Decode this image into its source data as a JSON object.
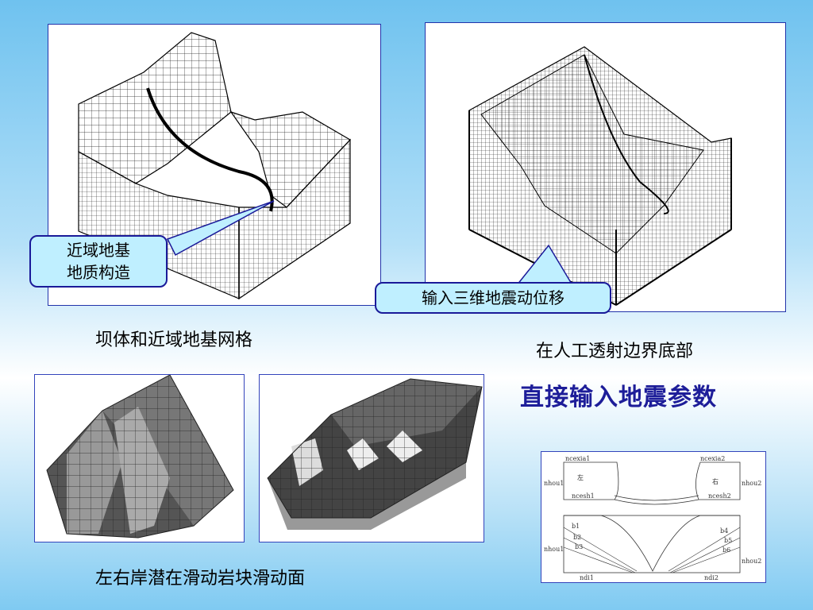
{
  "callouts": {
    "geology": [
      "近域地基",
      "地质构造"
    ],
    "seismic_input": "输入三维地震动位移"
  },
  "captions": {
    "dam_mesh": "坝体和近域地基网格",
    "boundary_line1": "在人工透射边界底部",
    "headline": "直接输入地震参数",
    "sliding": "左右岸潜在滑动岩块滑动面"
  },
  "section_labels": {
    "top_left_top": "ncexia1",
    "top_right_top": "ncexia2",
    "top_left_side": "nhou1",
    "top_right_side": "nhou2",
    "top_left_bottom": "ncesh1",
    "top_right_bottom": "ncesh2",
    "top_left_mid": "左",
    "top_right_mid": "右",
    "b1": "b1",
    "b2": "b2",
    "b3": "b3",
    "b4": "b4",
    "b5": "b5",
    "b6": "b6",
    "bottom_left_side": "nhou1",
    "bottom_right_side": "nhou2",
    "bottom_left_base": "ndi1",
    "bottom_right_base": "ndi2"
  },
  "colors": {
    "accent_text": "#1d1d99",
    "callout_fill": "#bfefff",
    "panel_border": "#2233aa"
  }
}
